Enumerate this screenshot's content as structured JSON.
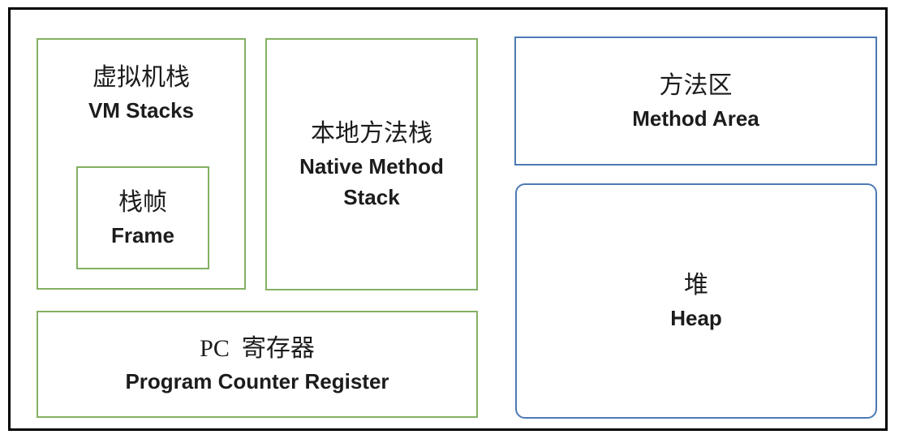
{
  "colors": {
    "green_border": "#83b063",
    "blue_border": "#4e79b4",
    "outer_border": "#000000",
    "text": "#1c1c1c",
    "background": "#ffffff"
  },
  "boxes": {
    "vm_stacks": {
      "zh": "虚拟机栈",
      "en": "VM Stacks"
    },
    "frame": {
      "zh": "栈帧",
      "en": "Frame"
    },
    "native_method_stack": {
      "zh": "本地方法栈",
      "en": "Native Method Stack"
    },
    "pc_register": {
      "zh": "PC  寄存器",
      "en": "Program Counter Register"
    },
    "method_area": {
      "zh": "方法区",
      "en": "Method Area"
    },
    "heap": {
      "zh": "堆",
      "en": "Heap"
    }
  }
}
